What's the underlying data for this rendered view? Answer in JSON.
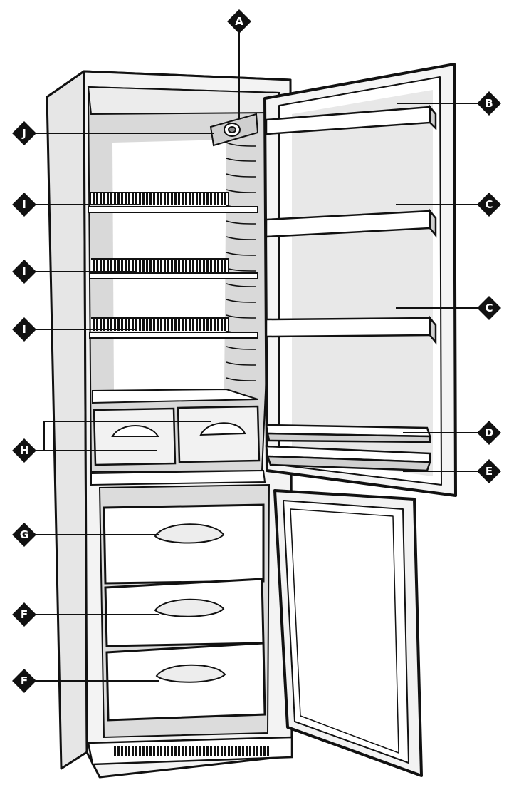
{
  "diagram": {
    "labels": {
      "A": "A",
      "B": "B",
      "C1": "C",
      "C2": "C",
      "D": "D",
      "E": "E",
      "F1": "F",
      "F2": "F",
      "G": "G",
      "H": "H",
      "I1": "I",
      "I2": "I",
      "I3": "I",
      "J": "J"
    }
  }
}
